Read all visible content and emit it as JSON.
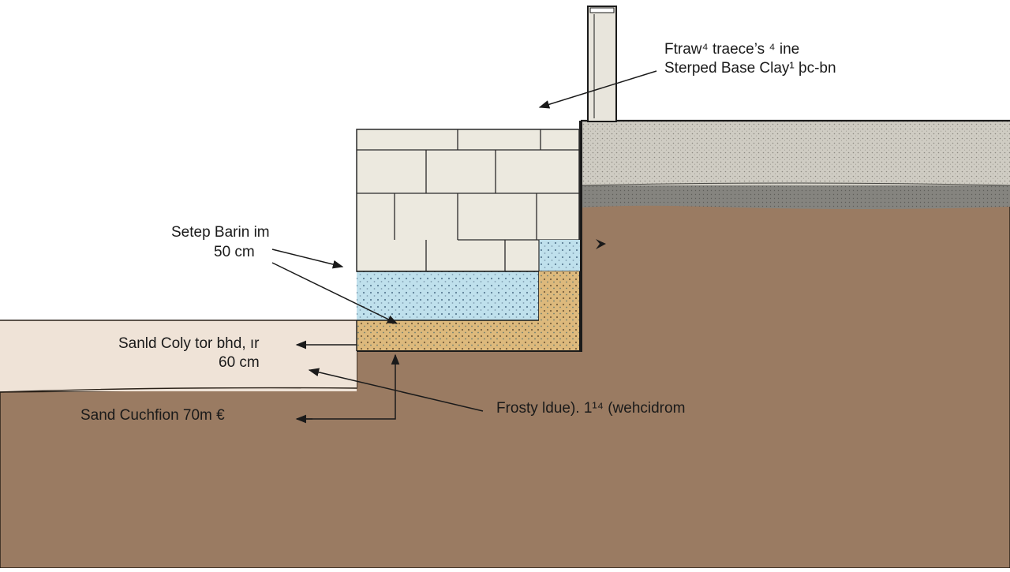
{
  "labels": {
    "top_right_line1": "Ftraw⁴ traece’s ⁴ ine",
    "top_right_line2": "Sterped Base Clay¹ þc-bn",
    "step_line1": "Setep Barin im",
    "step_line2": "50 cm",
    "sand_line1": "Sanld Coly tor bhd, ır",
    "sand_line2": "60 cm",
    "cushion": "Sand Cuchfion 70m €",
    "frost": "Frosty ldue). 1¹⁴ (wehcidrom"
  },
  "colors": {
    "soil": "#9a7b62",
    "soil_light": "#efe3d7",
    "block": "#ece9df",
    "gravel_fill": "#bfe0ec",
    "sand_fill": "#ddb97c",
    "aggregate": "#cfccc3",
    "asphalt": "#85847f",
    "ink": "#1a1a1a"
  }
}
